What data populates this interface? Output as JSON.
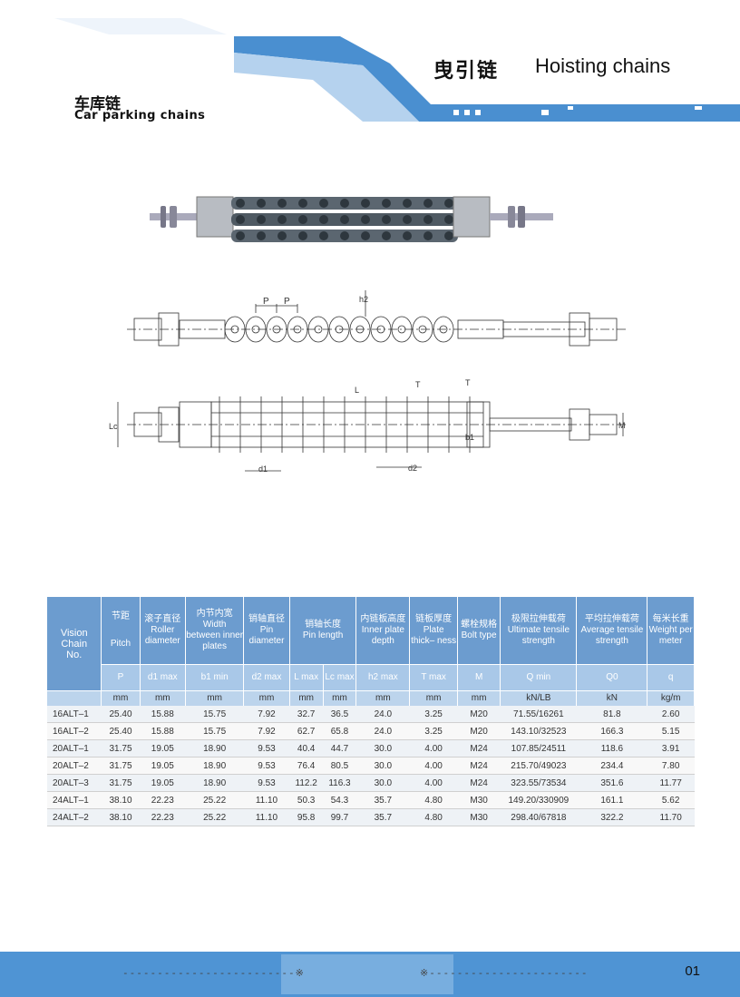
{
  "header": {
    "title_cn": "曳引链",
    "title_en": "Hoisting chains",
    "section_cn": "车库链",
    "section_en": "Car parking chains"
  },
  "drawing_labels": {
    "pitch_p1": "P",
    "pitch_p2": "P",
    "h2": "h2",
    "L": "L",
    "T1": "T",
    "T2": "T",
    "Lc": "Lc",
    "b1": "b1",
    "M": "M",
    "d1": "d1",
    "d2": "d2"
  },
  "table": {
    "head_cn": [
      "节距",
      "滚子直径",
      "内节内宽",
      "销轴直径",
      "销轴长度",
      "内链板高度",
      "链板厚度",
      "螺栓规格",
      "极限拉伸载荷",
      "平均拉伸载荷",
      "每米长重"
    ],
    "head_en": [
      "Pitch",
      "Roller diameter",
      "Width between inner plates",
      "Pin diameter",
      "Pin length",
      "Inner plate depth",
      "Plate thick– ness",
      "Bolt type",
      "Ultimate tensile strength",
      "Average tensile strength",
      "Weight per meter"
    ],
    "first_col_header": "Vision Chain No.",
    "symbols": [
      "P",
      "d1 max",
      "b1 min",
      "d2 max",
      "L max",
      "Lc max",
      "h2 max",
      "T max",
      "M",
      "Q min",
      "Q0",
      "q"
    ],
    "units": [
      "mm",
      "mm",
      "mm",
      "mm",
      "mm",
      "mm",
      "mm",
      "mm",
      "mm",
      "kN/LB",
      "kN",
      "kg/m"
    ],
    "rows": [
      [
        "16ALT–1",
        "25.40",
        "15.88",
        "15.75",
        "7.92",
        "32.7",
        "36.5",
        "24.0",
        "3.25",
        "M20",
        "71.55/16261",
        "81.8",
        "2.60"
      ],
      [
        "16ALT–2",
        "25.40",
        "15.88",
        "15.75",
        "7.92",
        "62.7",
        "65.8",
        "24.0",
        "3.25",
        "M20",
        "143.10/32523",
        "166.3",
        "5.15"
      ],
      [
        "20ALT–1",
        "31.75",
        "19.05",
        "18.90",
        "9.53",
        "40.4",
        "44.7",
        "30.0",
        "4.00",
        "M24",
        "107.85/24511",
        "118.6",
        "3.91"
      ],
      [
        "20ALT–2",
        "31.75",
        "19.05",
        "18.90",
        "9.53",
        "76.4",
        "80.5",
        "30.0",
        "4.00",
        "M24",
        "215.70/49023",
        "234.4",
        "7.80"
      ],
      [
        "20ALT–3",
        "31.75",
        "19.05",
        "18.90",
        "9.53",
        "112.2",
        "116.3",
        "30.0",
        "4.00",
        "M24",
        "323.55/73534",
        "351.6",
        "11.77"
      ],
      [
        "24ALT–1",
        "38.10",
        "22.23",
        "25.22",
        "11.10",
        "50.3",
        "54.3",
        "35.7",
        "4.80",
        "M30",
        "149.20/330909",
        "161.1",
        "5.62"
      ],
      [
        "24ALT–2",
        "38.10",
        "22.23",
        "25.22",
        "11.10",
        "95.8",
        "99.7",
        "35.7",
        "4.80",
        "M30",
        "298.40/67818",
        "322.2",
        "11.70"
      ]
    ]
  },
  "footer": {
    "left_mark": "-------------------------※",
    "right_mark": "※-----------------------",
    "page_number": "01"
  },
  "colors": {
    "band_dark": "#4a8fd0",
    "band_light": "#b5d2ee",
    "table_header": "#6c9ccf",
    "footer_band": "#4f94d4"
  }
}
